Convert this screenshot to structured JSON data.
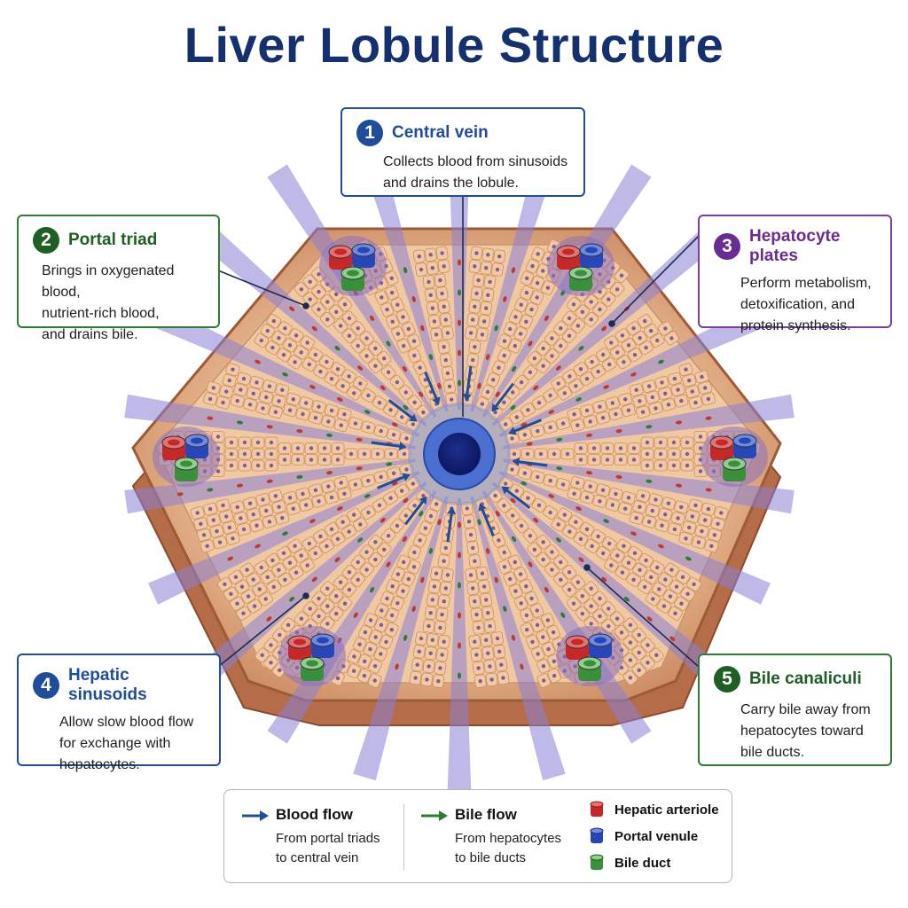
{
  "title": "Liver Lobule Structure",
  "callouts": [
    {
      "number": "1",
      "title": "Central vein",
      "lines": [
        "Collects blood from sinusoids",
        "and drains the lobule."
      ],
      "color": "#1f4d9c"
    },
    {
      "number": "2",
      "title": "Portal triad",
      "lines": [
        "Brings in oxygenated blood,",
        "nutrient-rich blood,",
        "and drains bile."
      ],
      "color": "#1f5e24"
    },
    {
      "number": "3",
      "title": "Hepatocyte plates",
      "lines": [
        "Perform metabolism,",
        "detoxification, and",
        "protein synthesis."
      ],
      "color": "#6a2c91"
    },
    {
      "number": "4",
      "title": "Hepatic sinusoids",
      "lines": [
        "Allow slow blood flow",
        "for exchange with",
        "hepatocytes."
      ],
      "color": "#1f4d9c"
    },
    {
      "number": "5",
      "title": "Bile canaliculi",
      "lines": [
        "Carry bile away from",
        "hepatocytes toward",
        "bile ducts."
      ],
      "color": "#1f5e24"
    }
  ],
  "legend": {
    "blood_flow": {
      "title": "Blood flow",
      "lines": [
        "From portal triads",
        "to central vein"
      ],
      "color": "#1f4d9c"
    },
    "bile_flow": {
      "title": "Bile flow",
      "lines": [
        "From hepatocytes",
        "to bile ducts"
      ],
      "color": "#2e7d32"
    },
    "vessels": [
      {
        "label": "Hepatic arteriole",
        "color": "#c62828"
      },
      {
        "label": "Portal venule",
        "color": "#2747b8"
      },
      {
        "label": "Bile duct",
        "color": "#3a8f3a"
      }
    ]
  }
}
